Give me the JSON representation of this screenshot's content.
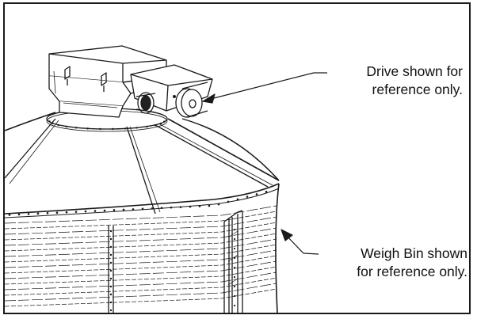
{
  "callouts": {
    "drive": {
      "line1": "Drive shown for",
      "line2": "reference only."
    },
    "weigh_bin": {
      "line1": "Weigh Bin shown",
      "line2": "for reference only."
    }
  },
  "colors": {
    "line": "#1a1a1a",
    "background": "#ffffff"
  }
}
